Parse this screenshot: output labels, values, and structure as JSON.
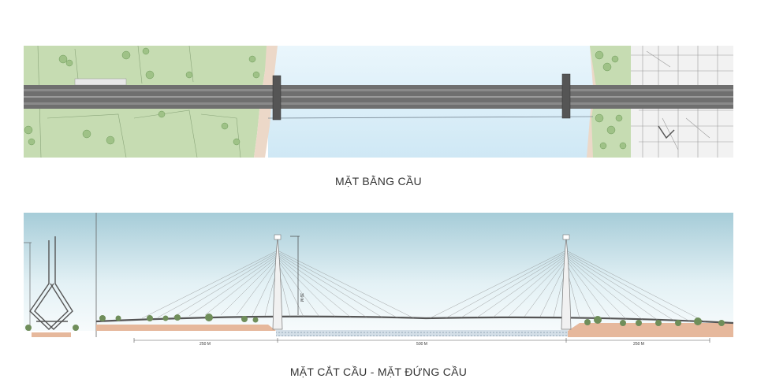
{
  "plan": {
    "caption": "MẶT BẰNG CẦU"
  },
  "elevation": {
    "caption": "MẶT CẮT CẦU - MẶT ĐỨNG CẦU",
    "dimensions": {
      "left_span": "250 M",
      "main_span": "500 M",
      "right_span": "250 M"
    },
    "pylon_height_label": "39 M"
  },
  "colors": {
    "land_green": "#c5dbb1",
    "water": "#d6ebf6",
    "deck": "#6e6e6e",
    "sky_top": "#a9cdd9",
    "ground": "#e5b89b"
  }
}
